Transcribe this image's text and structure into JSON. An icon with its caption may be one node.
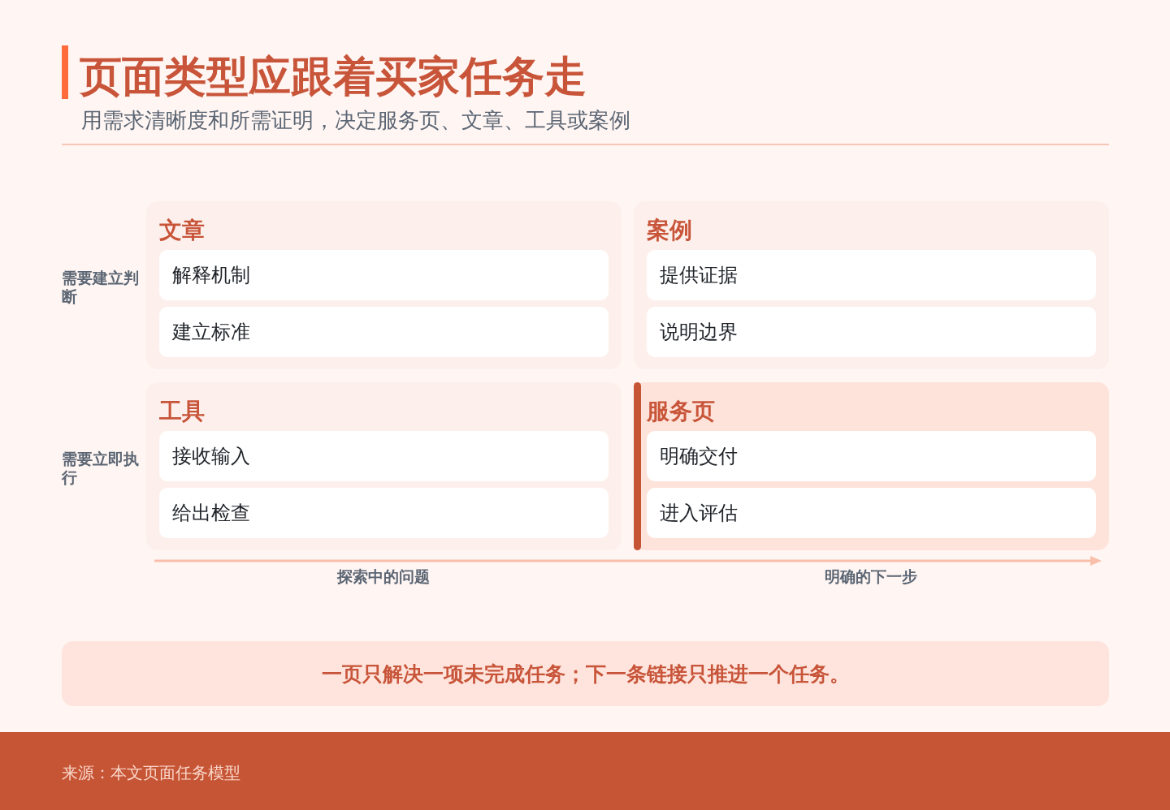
{
  "diagram": {
    "title": "页面类型应跟着买家任务走",
    "nodes": [
      {
        "text": [
          "文章"
        ]
      },
      {
        "text": [
          "解释机制"
        ],
        "in": 0
      },
      {
        "text": [
          "建立标准"
        ],
        "in": 0
      },
      {
        "text": [
          "案例"
        ]
      },
      {
        "text": [
          "提供证据"
        ],
        "in": 3
      },
      {
        "text": [
          "说明边界"
        ],
        "in": 3
      },
      {
        "text": [
          "工具"
        ]
      },
      {
        "text": [
          "接收输入"
        ],
        "in": 6
      },
      {
        "text": [
          "给出检查"
        ],
        "in": 6
      },
      {
        "text": [
          "服务页"
        ]
      },
      {
        "text": [
          "明确交付"
        ],
        "in": 9
      },
      {
        "text": [
          "进入评估"
        ],
        "in": 9
      },
      {
        "text": [
          "一页只解决一项未完成任务；下一条链接只推进一个任务。"
        ]
      }
    ],
    "labels": [
      "用需求清晰度和所需证明，决定服务页、文章、工具或案例",
      "需要建立判断",
      "需要立即执行",
      "探索中的问题",
      "明确的下一步",
      "来源：本文页面任务模型"
    ]
  }
}
